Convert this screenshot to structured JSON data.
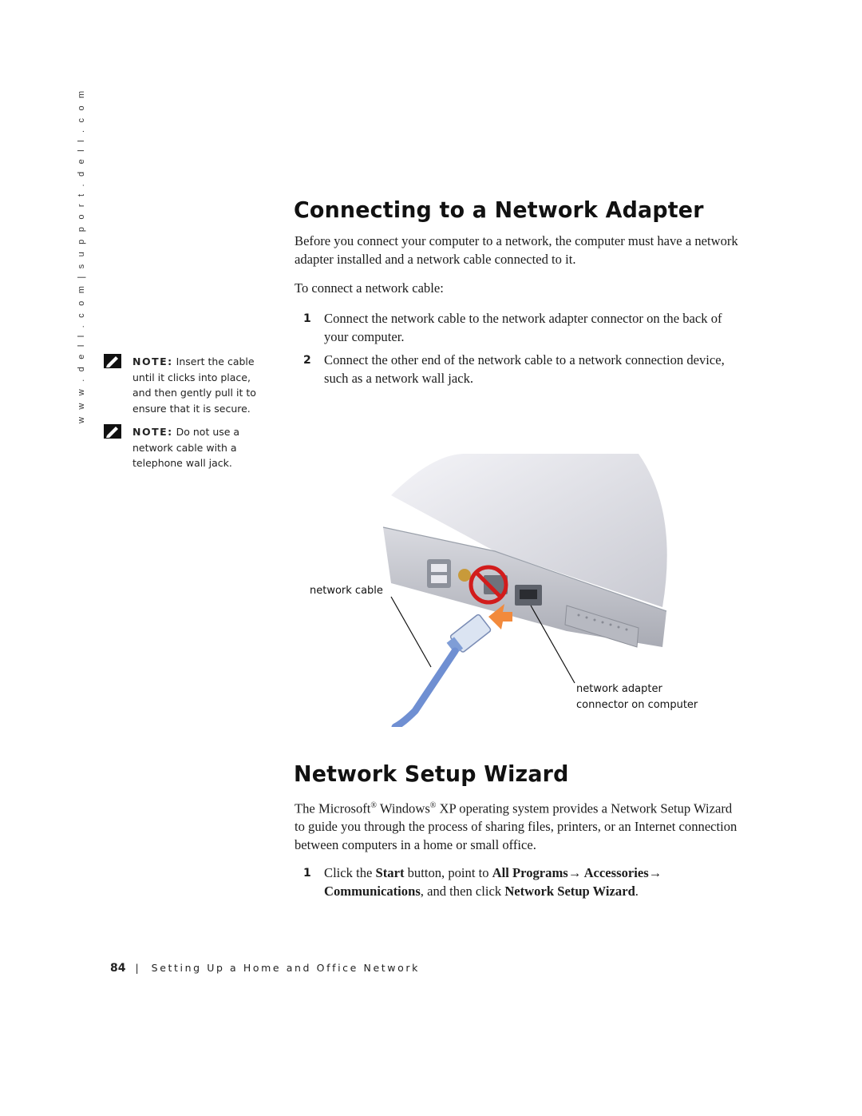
{
  "sidebar": {
    "url": "w w w . d e l l . c o m   |   s u p p o r t . d e l l . c o m"
  },
  "notes": [
    {
      "label": "NOTE:",
      "text": "Insert the cable until it clicks into place, and then gently pull it to ensure that it is secure.",
      "icon": "pencil-note-icon"
    },
    {
      "label": "NOTE:",
      "text": "Do not use a network cable with a telephone wall jack.",
      "icon": "pencil-note-icon"
    }
  ],
  "section1": {
    "title": "Connecting to a Network Adapter",
    "intro": "Before you connect your computer to a network, the computer must have a network adapter installed and a network cable connected to it.",
    "lead": "To connect a network cable:",
    "steps": [
      {
        "num": "1",
        "text": "Connect the network cable to the network adapter connector on the back of your computer."
      },
      {
        "num": "2",
        "text": "Connect the other end of the network cable to a network connection device, such as a network wall jack."
      }
    ]
  },
  "figure": {
    "callout_cable": "network cable",
    "callout_adapter_1": "network adapter",
    "callout_adapter_2": "connector on computer"
  },
  "section2": {
    "title": "Network Setup Wizard",
    "intro_a": "The Microsoft",
    "reg": "®",
    "intro_b": " Windows",
    "intro_c": " XP operating system provides a Network Setup Wizard to guide you through the process of sharing files, printers, or an Internet connection between computers in a home or small office.",
    "step_num": "1",
    "step_a": "Click the ",
    "step_start": "Start",
    "step_b": " button, point to ",
    "step_programs": "All Programs→ Accessories→ Communications",
    "step_c": ", and then click ",
    "step_wizard": "Network Setup Wizard",
    "step_d": "."
  },
  "footer": {
    "page_number": "84",
    "separator": "|",
    "chapter": "Setting Up a Home and Office Network"
  }
}
